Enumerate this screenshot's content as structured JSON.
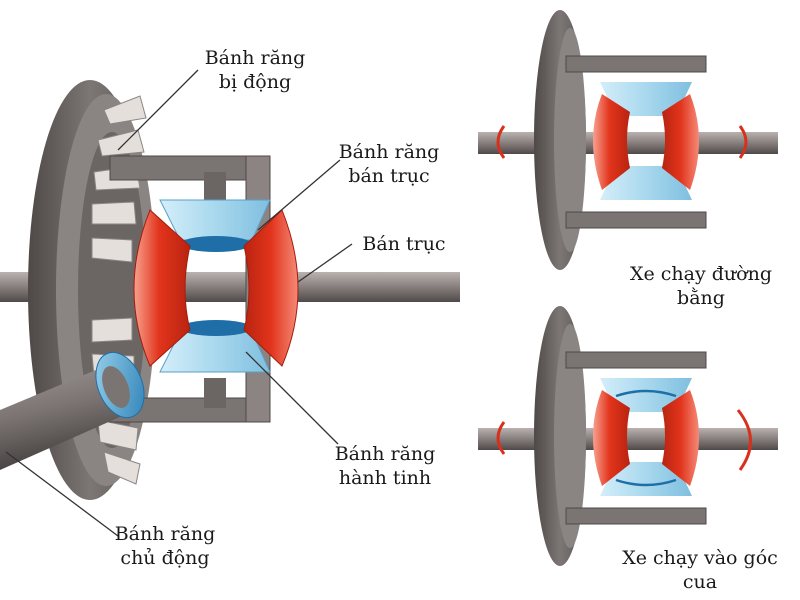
{
  "labels": {
    "ring_gear": "Bánh răng\nbị động",
    "side_gear": "Bánh răng\nbán trục",
    "axle": "Bán trục",
    "spider_gear": "Bánh răng\nhành tinh",
    "pinion": "Bánh răng\nchủ động",
    "straight": "Xe chạy đường\nbằng",
    "turning": "Xe chạy vào góc\ncua"
  },
  "colors": {
    "housing": "#6b6664",
    "ring_face": "#8a8583",
    "tooth": "#d9d4d0",
    "carrier": "#7a7472",
    "shaft": "#8c8482",
    "side_gear_red": "#e2341c",
    "side_gear_light": "#f58a78",
    "spider_blue": "#a9d8ee",
    "spider_dark": "#1f6ea8",
    "arrow_red": "#d8301c"
  },
  "icons": [
    "rotation-arrow-icon"
  ]
}
